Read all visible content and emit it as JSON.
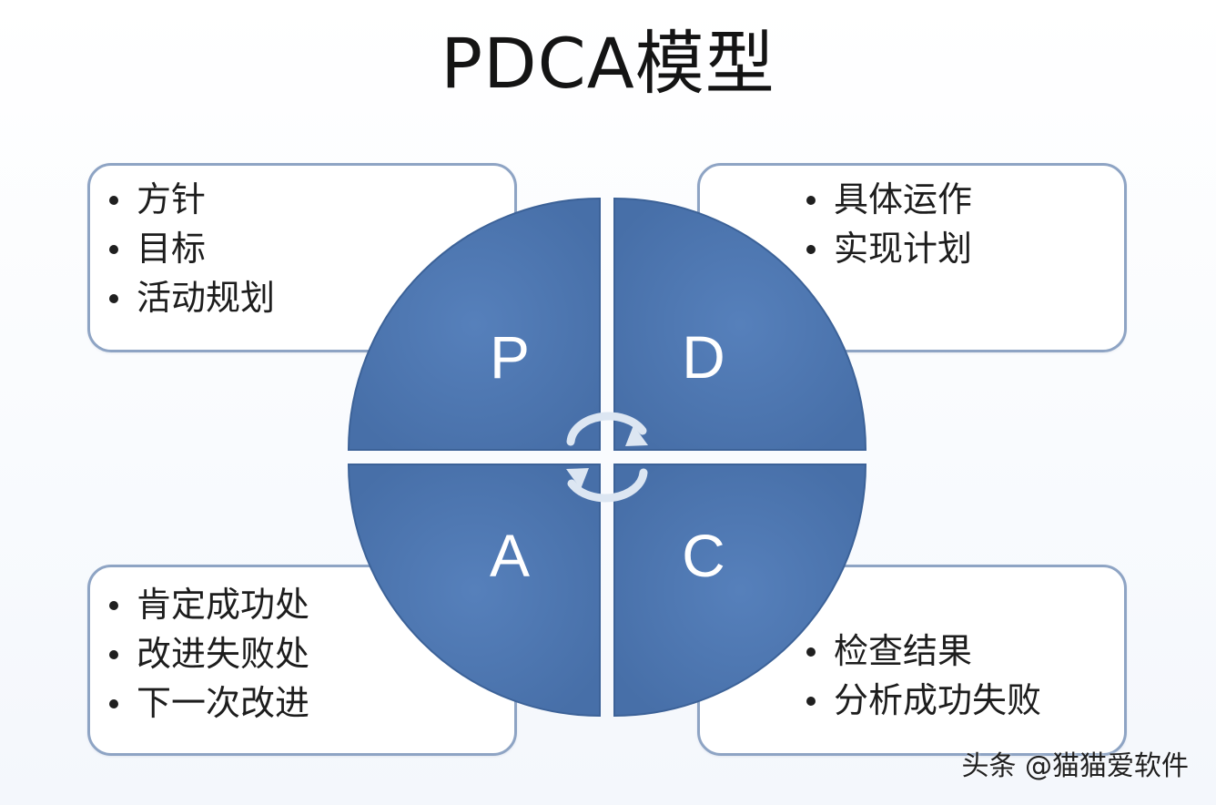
{
  "title": "PDCA模型",
  "colors": {
    "quadrant_fill": "#4a73ad",
    "quadrant_stroke": "#3c6298",
    "divider": "#ffffff",
    "box_border": "#8ea4c4",
    "letter": "#ffffff",
    "cycle_arrow": "#dce6f2"
  },
  "quadrants": [
    {
      "letter": "P",
      "items": [
        "方针",
        "目标",
        "活动规划"
      ]
    },
    {
      "letter": "D",
      "items": [
        "具体运作",
        "实现计划"
      ]
    },
    {
      "letter": "A",
      "items": [
        "肯定成功处",
        "改进失败处",
        "下一次改进"
      ]
    },
    {
      "letter": "C",
      "items": [
        "检查结果",
        "分析成功失败"
      ]
    }
  ],
  "center_icon": "cycle-arrows-icon",
  "watermark": "头条 @猫猫爱软件"
}
